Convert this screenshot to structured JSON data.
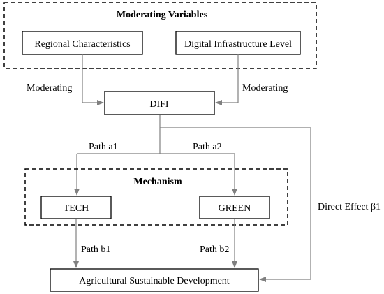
{
  "moderating_group": {
    "title": "Moderating Variables",
    "left_box": "Regional Characteristics",
    "right_box": "Digital Infrastructure Level"
  },
  "moderating_label_left": "Moderating",
  "moderating_label_right": "Moderating",
  "center_node": "DIFI",
  "paths": {
    "a1": "Path a1",
    "a2": "Path a2",
    "b1": "Path b1",
    "b2": "Path b2",
    "direct": "Direct Effect β1"
  },
  "mechanism_group": {
    "title": "Mechanism",
    "left_box": "TECH",
    "right_box": "GREEN"
  },
  "outcome_node": "Agricultural Sustainable Development",
  "colors": {
    "line": "#808080",
    "box_border": "#000000",
    "background": "#ffffff"
  }
}
